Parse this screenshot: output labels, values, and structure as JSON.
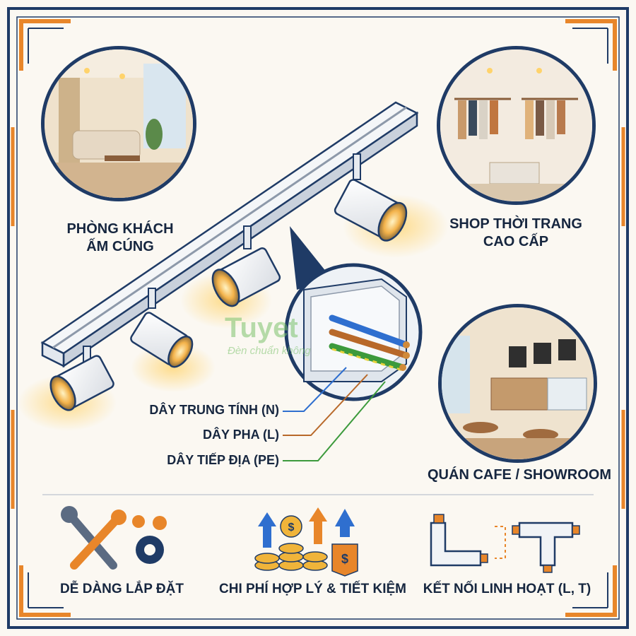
{
  "colors": {
    "navy": "#1f3b66",
    "orange": "#e8862a",
    "background": "#fbf8f2",
    "wire_neutral": "#2f6fcf",
    "wire_phase": "#b8692a",
    "wire_earth": "#3c9a3c"
  },
  "scenes": {
    "living_room": "PHÒNG KHÁCH\nẤM CÚNG",
    "fashion_shop": "SHOP THỜI TRANG\nCAO CẤP",
    "cafe": "QUÁN CAFE / SHOWROOM"
  },
  "wires": {
    "neutral": "DÂY TRUNG TÍNH (N)",
    "phase": "DÂY PHA (L)",
    "earth": "DÂY TIẾP ĐỊA (PE)"
  },
  "watermark": {
    "brand": "Tuyet",
    "tagline": "Đèn chuẩn không"
  },
  "features": {
    "easy_install": "DỄ DÀNG LẮP ĐẶT",
    "cost": "CHI PHÍ HỢP LÝ & TIẾT KIỆM",
    "connect": "KẾT NỐI LINH HOẠT (L, T)"
  },
  "icons": {
    "install": "wrench-gear-icon",
    "cost": "coins-price-tag-icon",
    "connect": "l-t-connector-icon"
  }
}
